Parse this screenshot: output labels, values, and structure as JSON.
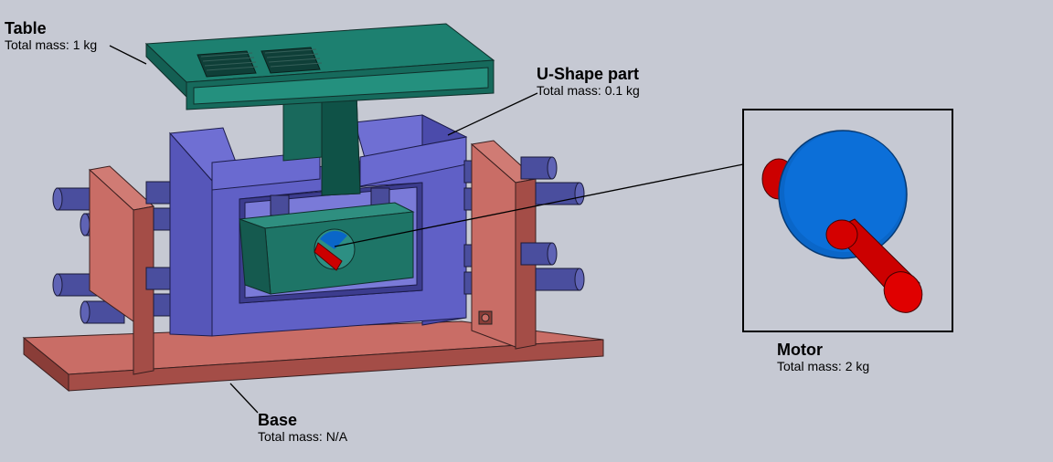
{
  "parts": {
    "table": {
      "name": "Table",
      "mass": "Total mass: 1 kg"
    },
    "ushape": {
      "name": "U-Shape part",
      "mass": "Total mass: 0.1 kg"
    },
    "motor": {
      "name": "Motor",
      "mass": "Total mass: 2 kg"
    },
    "base": {
      "name": "Base",
      "mass": "Total mass: N/A"
    }
  },
  "colors": {
    "background": "#c6c9d3",
    "base": "#c0605a",
    "u_shape": "#5c5cbf",
    "table": "#1d7a6b",
    "rods": "#494c9a",
    "motor_body": "#0a66c8",
    "motor_shaft": "#cc0000"
  }
}
